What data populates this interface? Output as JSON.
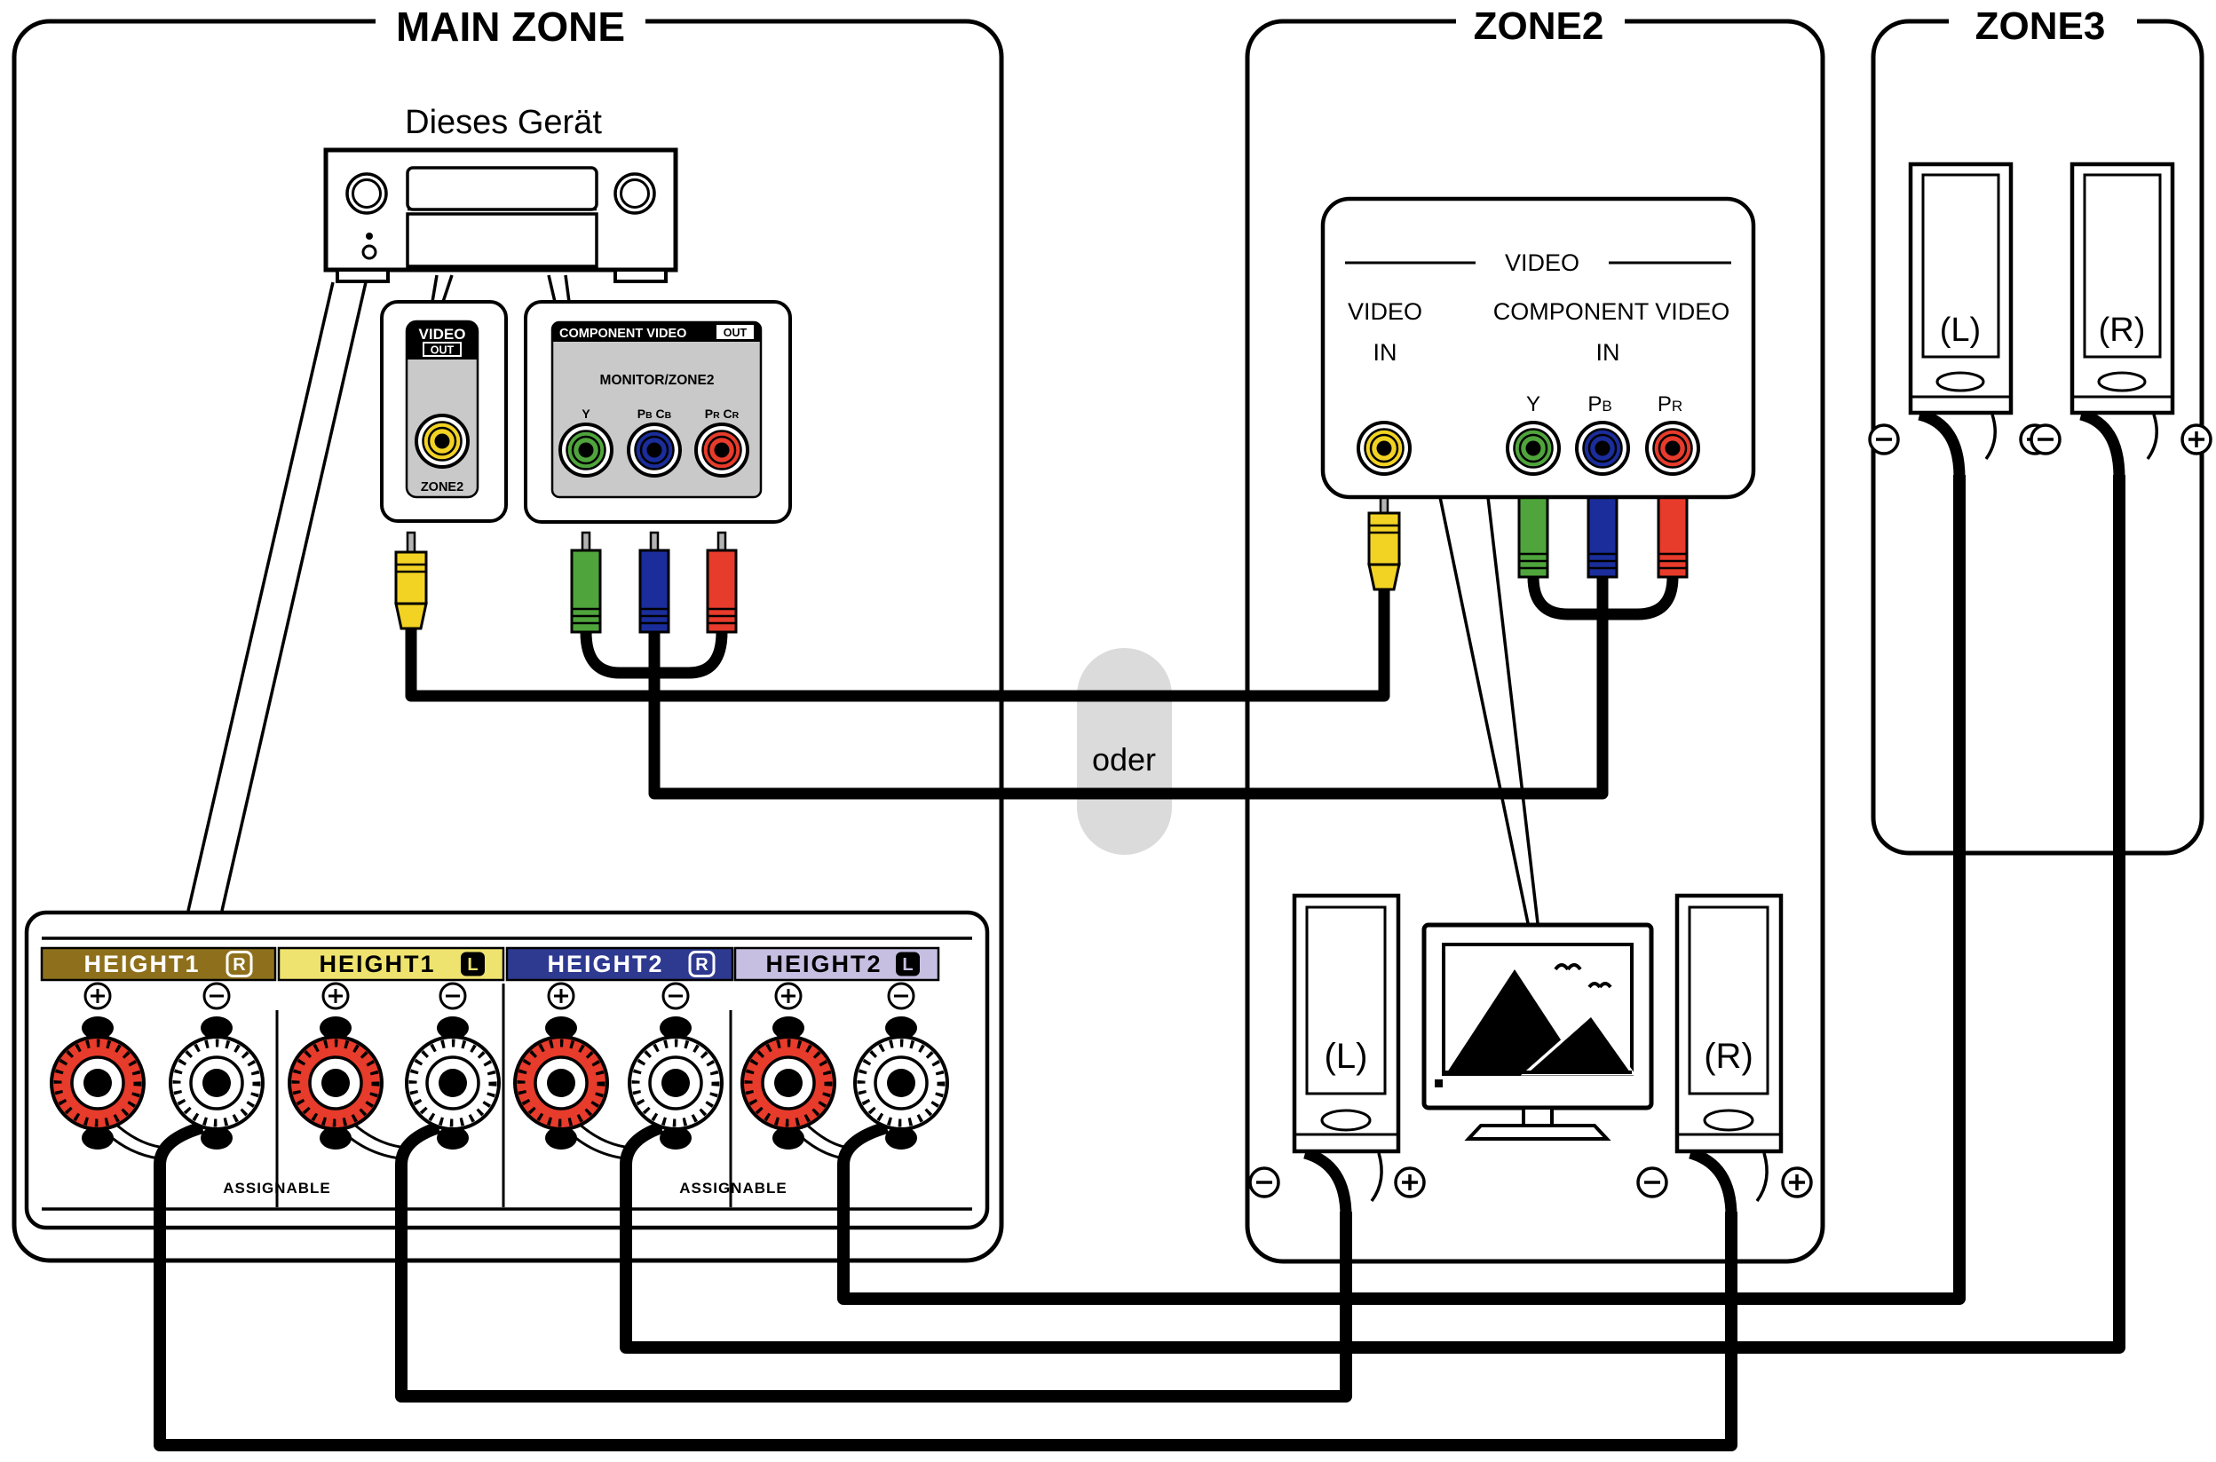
{
  "main_zone": {
    "title": "MAIN ZONE",
    "device_label": "Dieses Gerät",
    "video_out_panel": {
      "header": "VIDEO",
      "out_badge": "OUT",
      "jack_label": "ZONE2"
    },
    "component_out_panel": {
      "header": "COMPONENT VIDEO",
      "out_badge": "OUT",
      "subtitle": "MONITOR/ZONE2",
      "jacks": [
        {
          "a": "Y",
          "b": "",
          "c": "",
          "d": ""
        },
        {
          "a": "P",
          "b": "B",
          "c": " C",
          "d": "B"
        },
        {
          "a": "P",
          "b": "R",
          "c": " C",
          "d": "R"
        }
      ]
    },
    "speaker_panel": {
      "bars": [
        {
          "label": "HEIGHT1",
          "channel": "R"
        },
        {
          "label": "HEIGHT1",
          "channel": "L"
        },
        {
          "label": "HEIGHT2",
          "channel": "R"
        },
        {
          "label": "HEIGHT2",
          "channel": "L"
        }
      ],
      "assignable": "ASSIGNABLE"
    }
  },
  "connection": {
    "or_label": "oder"
  },
  "zone2": {
    "title": "ZONE2",
    "video_panel": {
      "header": "VIDEO",
      "group1_label": "VIDEO",
      "group1_sub": "IN",
      "group2_label": "COMPONENT VIDEO",
      "group2_sub": "IN",
      "jacks": [
        {
          "a": "Y",
          "b": ""
        },
        {
          "a": "P",
          "b": "B"
        },
        {
          "a": "P",
          "b": "R"
        }
      ]
    },
    "speaker_left": "(L)",
    "speaker_right": "(R)"
  },
  "zone3": {
    "title": "ZONE3",
    "speaker_left": "(L)",
    "speaker_right": "(R)"
  },
  "colors": {
    "yellow": "#F2D324",
    "green": "#4FA53C",
    "blue": "#1A2D9B",
    "red": "#E73B2B",
    "terminal_red": "#E73B2B",
    "height1_r": "#8E701C",
    "height1_l": "#EFE36F",
    "height2_r": "#2E3A90",
    "height2_l": "#C6BFE1",
    "panel_gray": "#C9C9C9",
    "or_pill": "#DBDBDB"
  }
}
